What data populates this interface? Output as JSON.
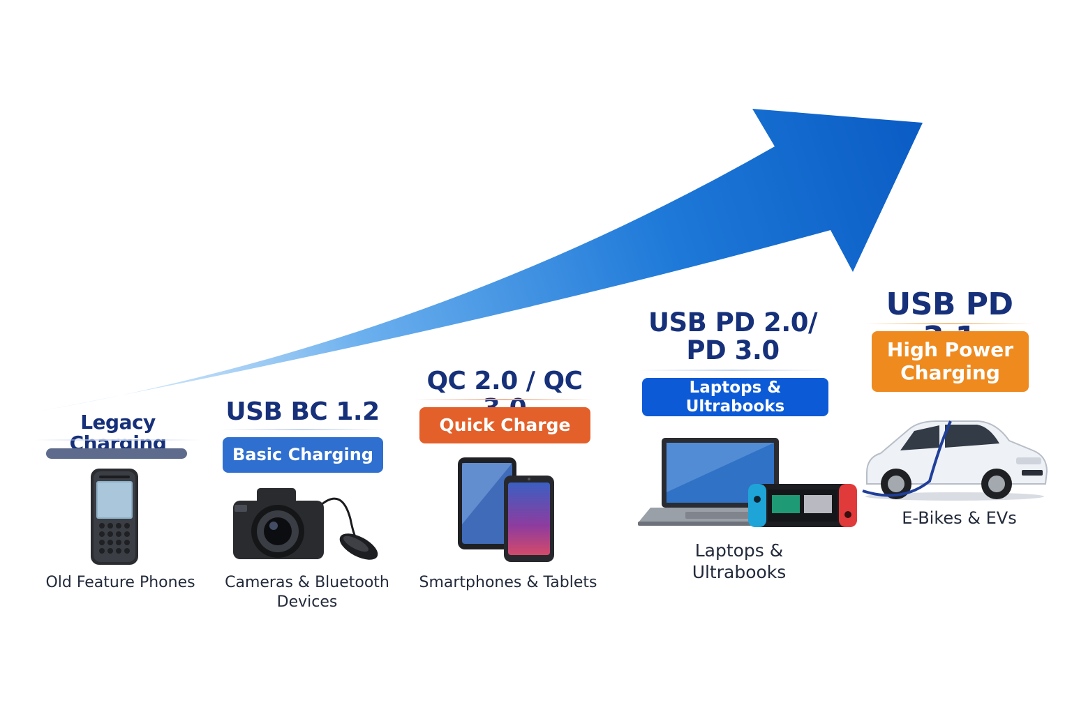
{
  "colors": {
    "title": "#16307a",
    "arrow_start": "#ddeefc",
    "arrow_end": "#0a5cc4",
    "legacy_bar": "#5e6b8c",
    "basic_pill": "#2f6fd0",
    "quick_pill": "#e3602a",
    "laptop_pill": "#0d5ad6",
    "high_power_pill": "#ef8a1f"
  },
  "stages": [
    {
      "title": "Legacy Charging",
      "tag": "",
      "caption": "Old Feature Phones",
      "icon": "feature-phone-icon"
    },
    {
      "title": "USB BC 1.2",
      "tag": "Basic Charging",
      "caption": "Cameras & Bluetooth\nDevices",
      "icon": "camera-and-headset-icon"
    },
    {
      "title": "QC 2.0 / QC 3.0",
      "tag": "Quick Charge",
      "caption": "Smartphones & Tablets",
      "icon": "smartphone-tablet-icon"
    },
    {
      "title": "USB PD 2.0/\nPD 3.0",
      "tag": "Laptops & Ultrabooks",
      "caption": "Laptops &\nUltrabooks",
      "icon": "laptop-console-icon"
    },
    {
      "title": "USB PD 3.1",
      "tag": "High Power\nCharging",
      "caption": "E-Bikes & EVs",
      "icon": "electric-car-icon"
    }
  ]
}
